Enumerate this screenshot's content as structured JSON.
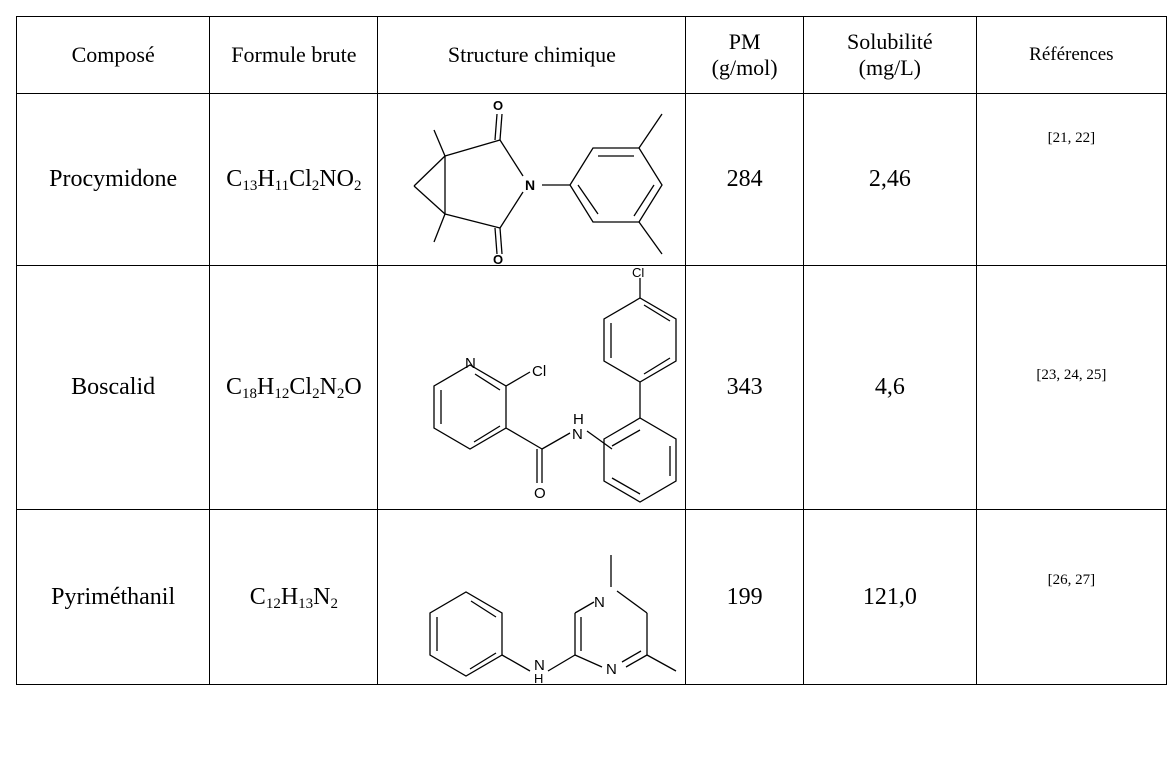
{
  "table": {
    "headers": {
      "compose": "Composé",
      "formule": "Formule brute",
      "structure": "Structure chimique",
      "pm_line1": "PM",
      "pm_line2": "(g/mol)",
      "sol_line1": "Solubilité",
      "sol_line2": "(mg/L)",
      "refs": "Références"
    },
    "rows": [
      {
        "name": "Procymidone",
        "formula": [
          {
            "t": "C",
            "s": "13"
          },
          {
            "t": "H",
            "s": "11"
          },
          {
            "t": "Cl",
            "s": "2"
          },
          {
            "t": "N",
            "s": ""
          },
          {
            "t": "O",
            "s": "2"
          }
        ],
        "structure_icon": "procymidone-structure",
        "atoms": {
          "o_top": "O",
          "n": "N",
          "o_bottom": "O"
        },
        "pm": "284",
        "solubility": "2,46",
        "refs": "[21, 22]"
      },
      {
        "name": "Boscalid",
        "formula": [
          {
            "t": "C",
            "s": "18"
          },
          {
            "t": "H",
            "s": "12"
          },
          {
            "t": "Cl",
            "s": "2"
          },
          {
            "t": "N",
            "s": "2"
          },
          {
            "t": "O",
            "s": ""
          }
        ],
        "structure_icon": "boscalid-structure",
        "atoms": {
          "cl_top": "Cl",
          "n_ring": "N",
          "cl_ring": "Cl",
          "h": "H",
          "n_amide": "N",
          "o": "O"
        },
        "pm": "343",
        "solubility": "4,6",
        "refs": "[23, 24, 25]"
      },
      {
        "name": "Pyriméthanil",
        "formula": [
          {
            "t": "C",
            "s": "12"
          },
          {
            "t": "H",
            "s": "13"
          },
          {
            "t": "N",
            "s": "2"
          }
        ],
        "structure_icon": "pyrimethanil-structure",
        "atoms": {
          "n_top": "N",
          "n_bottom": "N",
          "nh_n": "N",
          "nh_h": "H"
        },
        "pm": "199",
        "solubility": "121,0",
        "refs": "[26, 27]"
      }
    ]
  }
}
